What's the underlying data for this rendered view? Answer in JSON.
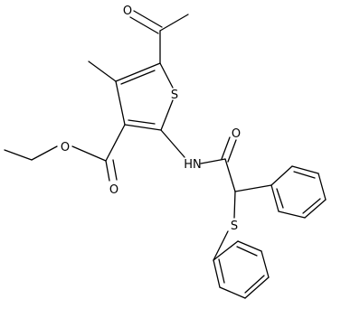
{
  "molecule": {
    "atom_labels": {
      "acetyl_oxygen": "O",
      "thiophene_sulfur": "S",
      "ester_carbonyl_oxygen": "O",
      "ester_ether_oxygen": "O",
      "amide_nitrogen": "HN",
      "amide_oxygen": "O",
      "thioether_sulfur": "S"
    }
  }
}
